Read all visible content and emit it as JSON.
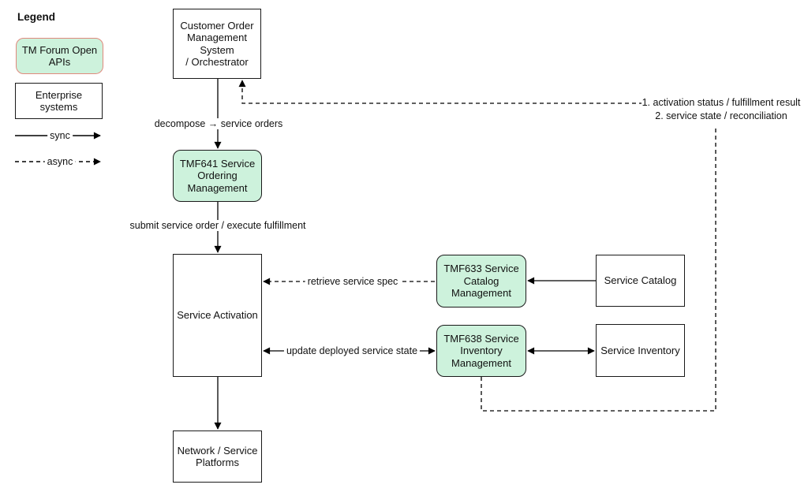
{
  "colors": {
    "api_fill": "#cdf2dc",
    "legend_api_border": "#e0897d",
    "node_border": "#1a1a1a",
    "connector": "#000000",
    "background": "#ffffff"
  },
  "legend": {
    "title": "Legend",
    "items": [
      {
        "label": "TM Forum Open\nAPIs",
        "type": "api"
      },
      {
        "label": "Enterprise\nsystems",
        "type": "enterprise"
      }
    ],
    "sync_label": "sync",
    "async_label": "async"
  },
  "nodes": {
    "customer_order": {
      "label": "Customer Order\nManagement\nSystem\n/ Orchestrator"
    },
    "tmf641": {
      "label": "TMF641 Service\nOrdering\nManagement"
    },
    "service_activation": {
      "label": "Service Activation"
    },
    "network_platforms": {
      "label": "Network / Service\nPlatforms"
    },
    "tmf633": {
      "label": "TMF633 Service\nCatalog\nManagement"
    },
    "service_catalog": {
      "label": "Service Catalog"
    },
    "tmf638": {
      "label": "TMF638 Service\nInventory\nManagement"
    },
    "service_inventory": {
      "label": "Service Inventory"
    }
  },
  "edge_labels": {
    "decompose": "decompose → service orders",
    "submit": "submit service order / execute fulfillment",
    "retrieve": "retrieve service spec",
    "update": "update deployed service state",
    "feedback_1": "1. activation status / fulfillment result",
    "feedback_2": "2. service state / reconciliation"
  }
}
